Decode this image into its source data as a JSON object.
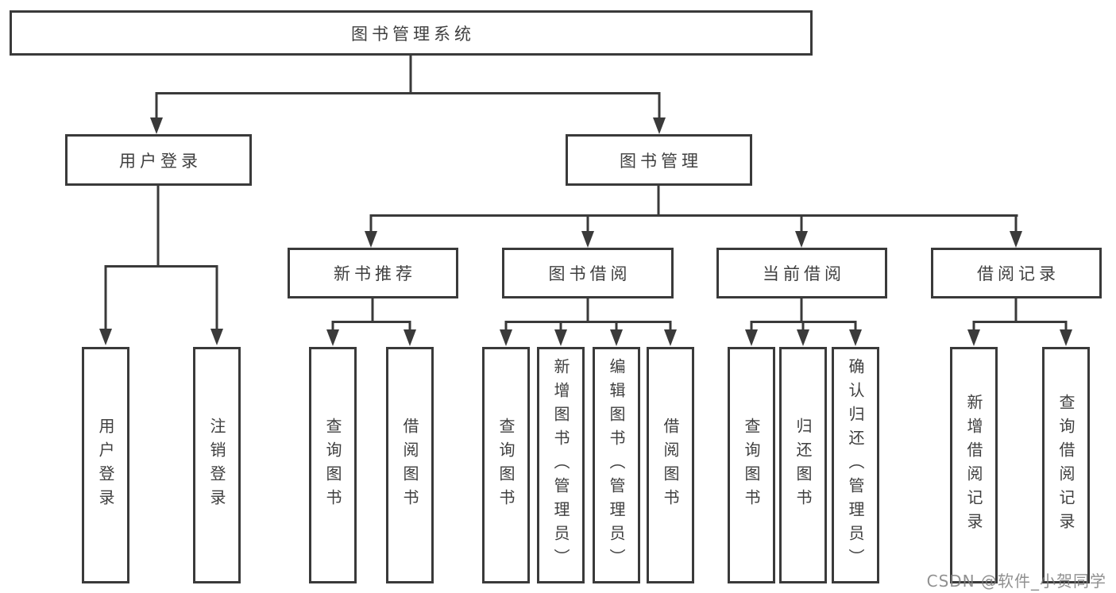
{
  "tree": {
    "root": {
      "label": "图书管理系统"
    },
    "branches": [
      {
        "label": "用户登录",
        "children": [
          {
            "label": "用户登录"
          },
          {
            "label": "注销登录"
          }
        ]
      },
      {
        "label": "图书管理",
        "groups": [
          {
            "label": "新书推荐",
            "children": [
              {
                "label": "查询图书"
              },
              {
                "label": "借阅图书"
              }
            ]
          },
          {
            "label": "图书借阅",
            "children": [
              {
                "label": "查询图书"
              },
              {
                "label": "新增图书（管理员）"
              },
              {
                "label": "编辑图书（管理员）"
              },
              {
                "label": "借阅图书"
              }
            ]
          },
          {
            "label": "当前借阅",
            "children": [
              {
                "label": "查询图书"
              },
              {
                "label": "归还图书"
              },
              {
                "label": "确认归还（管理员）"
              }
            ]
          },
          {
            "label": "借阅记录",
            "children": [
              {
                "label": "新增借阅记录"
              },
              {
                "label": "查询借阅记录"
              }
            ]
          }
        ]
      }
    ]
  },
  "watermark": {
    "text": "CSDN @软件_小贺同学"
  },
  "colors": {
    "line": "#3a3a3a",
    "text": "#3f3f3f",
    "background": "#ffffff",
    "watermark": "#7d7d7d"
  }
}
